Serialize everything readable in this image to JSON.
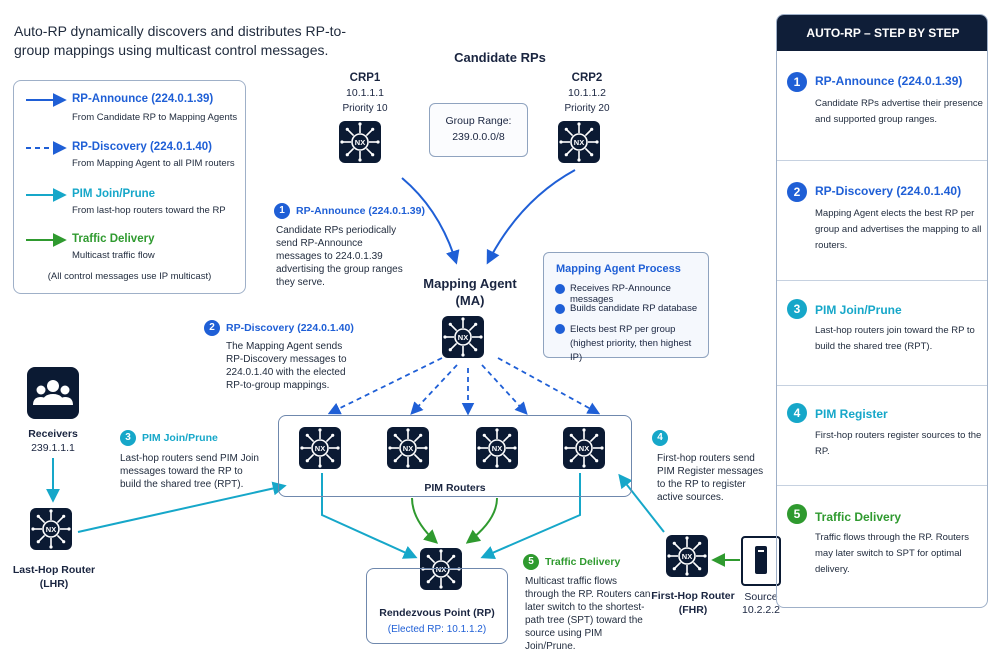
{
  "intro": "Auto-RP dynamically discovers and distributes RP-to-group mappings using multicast control messages.",
  "legend": {
    "items": [
      {
        "title": "RP-Announce (224.0.1.39)",
        "sub": "From Candidate RP to Mapping Agents"
      },
      {
        "title": "RP-Discovery (224.0.1.40)",
        "sub": "From Mapping Agent to all PIM routers"
      },
      {
        "title": "PIM Join/Prune",
        "sub": "From last-hop routers toward the RP"
      },
      {
        "title": "Traffic Delivery",
        "sub": "Multicast traffic flow"
      }
    ],
    "note": "(All control messages use IP multicast)"
  },
  "candidate_rps": {
    "heading": "Candidate RPs",
    "crp1": {
      "name": "CRP1",
      "ip": "10.1.1.1",
      "priority": "Priority 10"
    },
    "crp2": {
      "name": "CRP2",
      "ip": "10.1.1.2",
      "priority": "Priority 20"
    },
    "group_range_label": "Group Range:",
    "group_range_value": "239.0.0.0/8"
  },
  "node_icon_label": "NX",
  "annotations": {
    "a1": {
      "num": "1",
      "title": "RP-Announce (224.0.1.39)",
      "body": "Candidate RPs periodically send RP-Announce messages to 224.0.1.39 advertising the group ranges they serve."
    },
    "a2": {
      "num": "2",
      "title": "RP-Discovery (224.0.1.40)",
      "body": "The Mapping Agent sends RP-Discovery messages to 224.0.1.40 with the elected RP-to-group mappings."
    },
    "a3": {
      "num": "3",
      "title": "PIM Join/Prune",
      "body": "Last-hop routers send PIM Join messages toward the RP to build the shared tree (RPT)."
    },
    "a4": {
      "num": "4",
      "body": "First-hop routers send PIM Register messages to the RP to register active sources."
    },
    "a5": {
      "num": "5",
      "title": "Traffic Delivery",
      "body": "Multicast traffic flows through the RP. Routers can later switch to the shortest-path tree (SPT) toward the source using PIM Join/Prune."
    }
  },
  "mapping_agent": {
    "line1": "Mapping Agent",
    "line2": "(MA)"
  },
  "process": {
    "title": "Mapping Agent Process",
    "items": [
      "Receives RP-Announce messages",
      "Builds candidate RP database",
      "Elects best RP per group (highest priority, then highest IP)"
    ]
  },
  "pim_routers_label": "PIM Routers",
  "receivers": {
    "label": "Receivers",
    "group": "239.1.1.1"
  },
  "lhr": {
    "line1": "Last-Hop Router",
    "line2": "(LHR)"
  },
  "rp": {
    "title": "Rendezvous Point (RP)",
    "elected": "(Elected RP: 10.1.1.2)"
  },
  "fhr": {
    "line1": "First-Hop Router",
    "line2": "(FHR)"
  },
  "source": {
    "label": "Source",
    "ip": "10.2.2.2"
  },
  "panel": {
    "title": "AUTO-RP – STEP BY STEP",
    "steps": [
      {
        "num": "1",
        "title": "RP-Announce (224.0.1.39)",
        "desc": "Candidate RPs advertise their presence and supported group ranges."
      },
      {
        "num": "2",
        "title": "RP-Discovery (224.0.1.40)",
        "desc": "Mapping Agent elects the best RP per group and advertises the mapping to all routers."
      },
      {
        "num": "3",
        "title": "PIM Join/Prune",
        "desc": "Last-hop routers join toward the RP to build the shared tree (RPT)."
      },
      {
        "num": "4",
        "title": "PIM Register",
        "desc": "First-hop routers register sources to the RP."
      },
      {
        "num": "5",
        "title": "Traffic Delivery",
        "desc": "Traffic flows through the RP. Routers may later switch to SPT for optimal delivery."
      }
    ]
  },
  "colors": {
    "announce": "#1f5fd6",
    "discovery": "#1f5fd6",
    "join": "#16a7c9",
    "traffic": "#2f9a2f",
    "node": "#0b1a33"
  }
}
